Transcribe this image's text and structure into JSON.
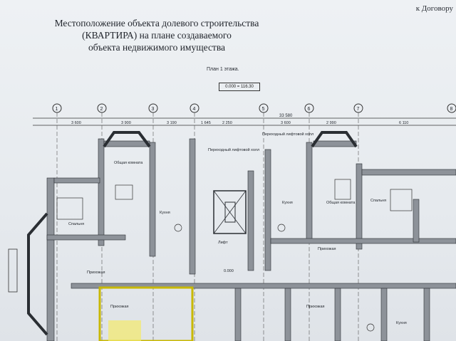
{
  "header": {
    "reference": "к Договору",
    "title_lines": [
      "Местоположение объекта долевого строительства",
      "(КВАРТИРА) на плане создаваемого",
      "объекта недвижимого имущества"
    ],
    "plan_title": "План 1 этажа.",
    "elevation": "0.000 = 116.30"
  },
  "plan": {
    "axes": [
      "1",
      "2",
      "3",
      "4",
      "5",
      "6",
      "7",
      "8"
    ],
    "top_dimensions": [
      "3 600",
      "3 900",
      "3 190",
      "1 645",
      "2 250",
      "3 600",
      "2 990",
      "6 110"
    ],
    "total_dimension": "33 580",
    "rooms": [
      {
        "name": "Общая комната"
      },
      {
        "name": "Спальня"
      },
      {
        "name": "Кухня"
      },
      {
        "name": "Прихожая"
      },
      {
        "name": "Общая комната"
      },
      {
        "name": "Спальня"
      },
      {
        "name": "Кухня"
      },
      {
        "name": "Прихожая"
      },
      {
        "name": "Прихожая"
      },
      {
        "name": "Прихожая"
      },
      {
        "name": "Кухня"
      }
    ],
    "extra_labels": [
      "Переходный лифтовой холл",
      "Переходный лифтовой холл",
      "Лифт",
      "0.000"
    ]
  }
}
